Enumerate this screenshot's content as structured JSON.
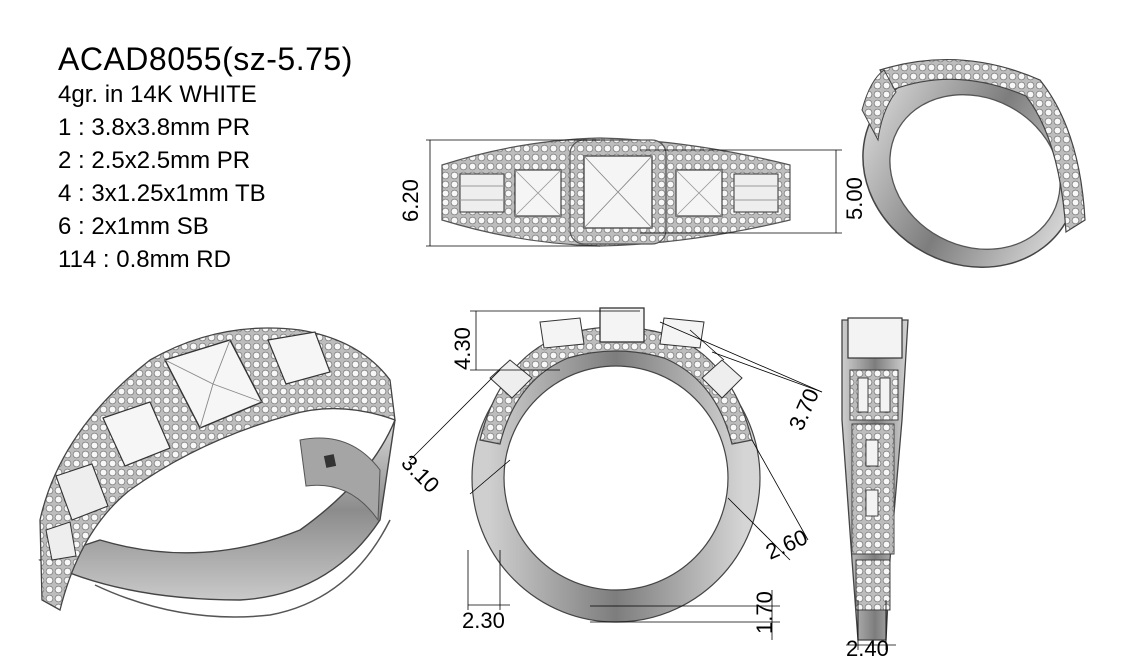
{
  "spec": {
    "title": "ACAD8055(sz-5.75)",
    "weight": "4gr.  in 14K WHITE",
    "stones": [
      "1 : 3.8x3.8mm PR",
      "2 : 2.5x2.5mm PR",
      "4 : 3x1.25x1mm TB",
      "6 : 2x1mm SB",
      "114 : 0.8mm RD"
    ]
  },
  "dimensions": {
    "top_height_left": "6.20",
    "top_height_right": "5.00",
    "front_top_height": "4.30",
    "front_right_diag": "3.70",
    "front_left_diag": "3.10",
    "front_right_lower": "2.60",
    "front_shank_width": "2.30",
    "front_bottom_thickness": "1.70",
    "side_width": "2.40"
  },
  "colors": {
    "metal": "#9a9a9a",
    "metal_dark": "#5f5f5f",
    "line": "#000000",
    "stone": "#f4f4f4"
  }
}
